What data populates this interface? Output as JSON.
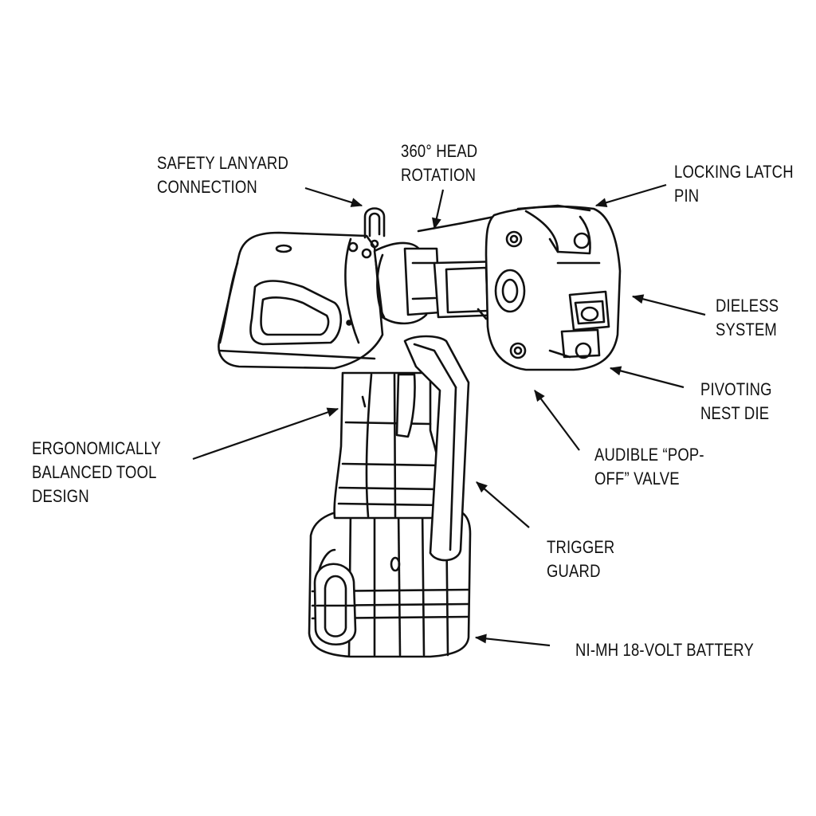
{
  "labels": {
    "lanyard": [
      "SAFETY LANYARD",
      "CONNECTION"
    ],
    "rotation": [
      "360° HEAD",
      "ROTATION"
    ],
    "latch": [
      "LOCKING LATCH",
      "PIN"
    ],
    "dieless": [
      "DIELESS",
      "SYSTEM"
    ],
    "pivoting": [
      "PIVOTING",
      "NEST DIE"
    ],
    "valve": [
      "AUDIBLE “POP-",
      "OFF”  VALVE"
    ],
    "ergonomic": [
      "ERGONOMICALLY",
      "BALANCED TOOL",
      "DESIGN"
    ],
    "trigger": [
      "TRIGGER",
      "GUARD"
    ],
    "battery": [
      "NI-MH 18-VOLT BATTERY"
    ]
  },
  "colors": {
    "ink": "#111111",
    "background": "#ffffff"
  }
}
